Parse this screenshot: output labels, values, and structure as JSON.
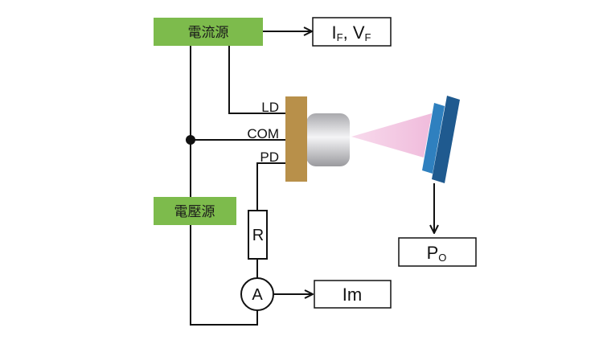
{
  "current_source": {
    "label": "電流源"
  },
  "voltage_source": {
    "label": "電壓源"
  },
  "output_if_vf": {
    "i": "I",
    "i_sub": "F",
    "sep": ", ",
    "v": "V",
    "v_sub": "F"
  },
  "pins": {
    "ld": "LD",
    "com": "COM",
    "pd": "PD"
  },
  "resistor": {
    "label": "R"
  },
  "ammeter": {
    "label": "A"
  },
  "output_im": {
    "label": "Im"
  },
  "output_po": {
    "p": "P",
    "p_sub": "O"
  },
  "colors": {
    "source_box": "#7dbb4c",
    "flange": "#b8904a",
    "beam": "#f2c2e0",
    "detector_dark": "#1f5a8f",
    "detector_light": "#2f80bf"
  }
}
